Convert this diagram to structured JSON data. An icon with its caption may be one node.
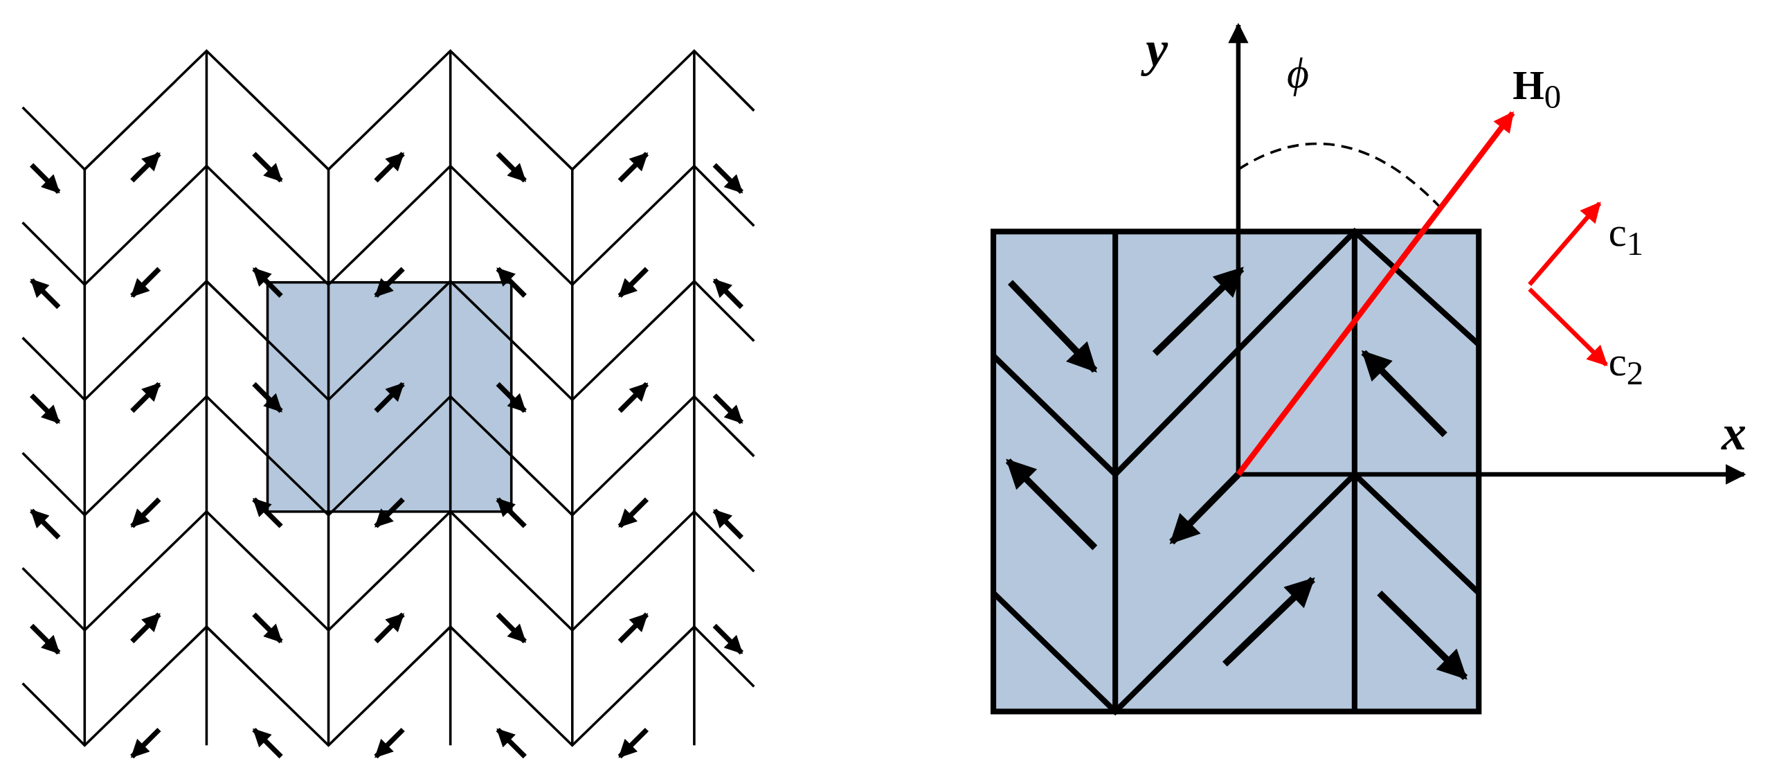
{
  "diagram": {
    "labels": [
      "y",
      "ϕ",
      "**H**$_{0}$",
      "c$_{1}$",
      "c$_{2}$",
      "x"
    ]
  }
}
